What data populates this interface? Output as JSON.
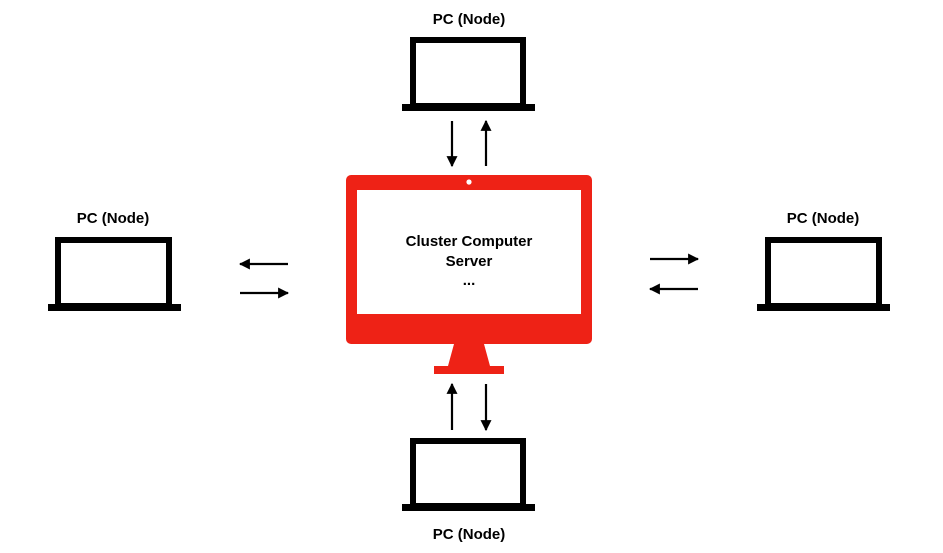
{
  "server": {
    "line1": "Cluster Computer",
    "line2": "Server",
    "line3": "...",
    "color": "#ee2216"
  },
  "nodes": {
    "top": {
      "label": "PC (Node)"
    },
    "left": {
      "label": "PC (Node)"
    },
    "right": {
      "label": "PC (Node)"
    },
    "bottom": {
      "label": "PC (Node)"
    }
  },
  "colors": {
    "stroke": "#000000",
    "screen": "#ffffff",
    "server": "#ee2216"
  }
}
